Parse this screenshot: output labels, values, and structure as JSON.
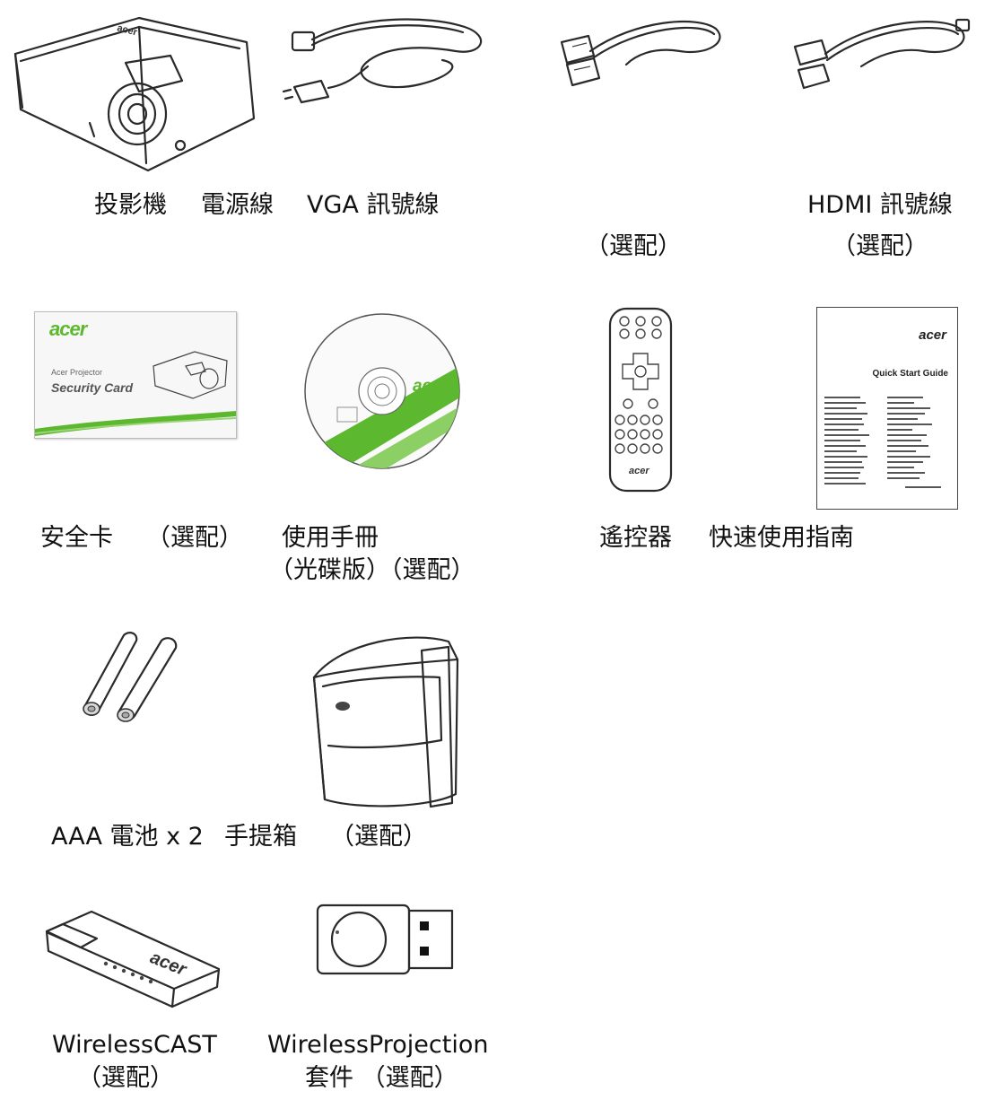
{
  "logo_text": "acer",
  "accent_green": "#5cb82e",
  "labels": {
    "projector": "投影機",
    "power_cord": "電源線",
    "vga_cable": "VGA 訊號線",
    "vga_optional": "（選配）",
    "hdmi_cable": "HDMI 訊號線",
    "hdmi_optional": "（選配）",
    "security_card": "安全卡",
    "security_optional": "（選配）",
    "user_manual": "使用手冊",
    "user_manual_sub": "（光碟版）（選配）",
    "remote": "遙控器",
    "quick_guide": "快速使用指南",
    "batteries": "AAA 電池 x 2",
    "carry_case": "手提箱",
    "carry_optional": "（選配）",
    "wirelesscast": "WirelessCAST",
    "wirelesscast_optional": "（選配）",
    "wirelessprojection": "WirelessProjection",
    "wirelessprojection_sub": "套件 （選配）"
  },
  "security_card": {
    "subtitle": "Acer Projector",
    "title": "Security Card"
  },
  "quick_start": {
    "title": "Quick Start Guide"
  }
}
